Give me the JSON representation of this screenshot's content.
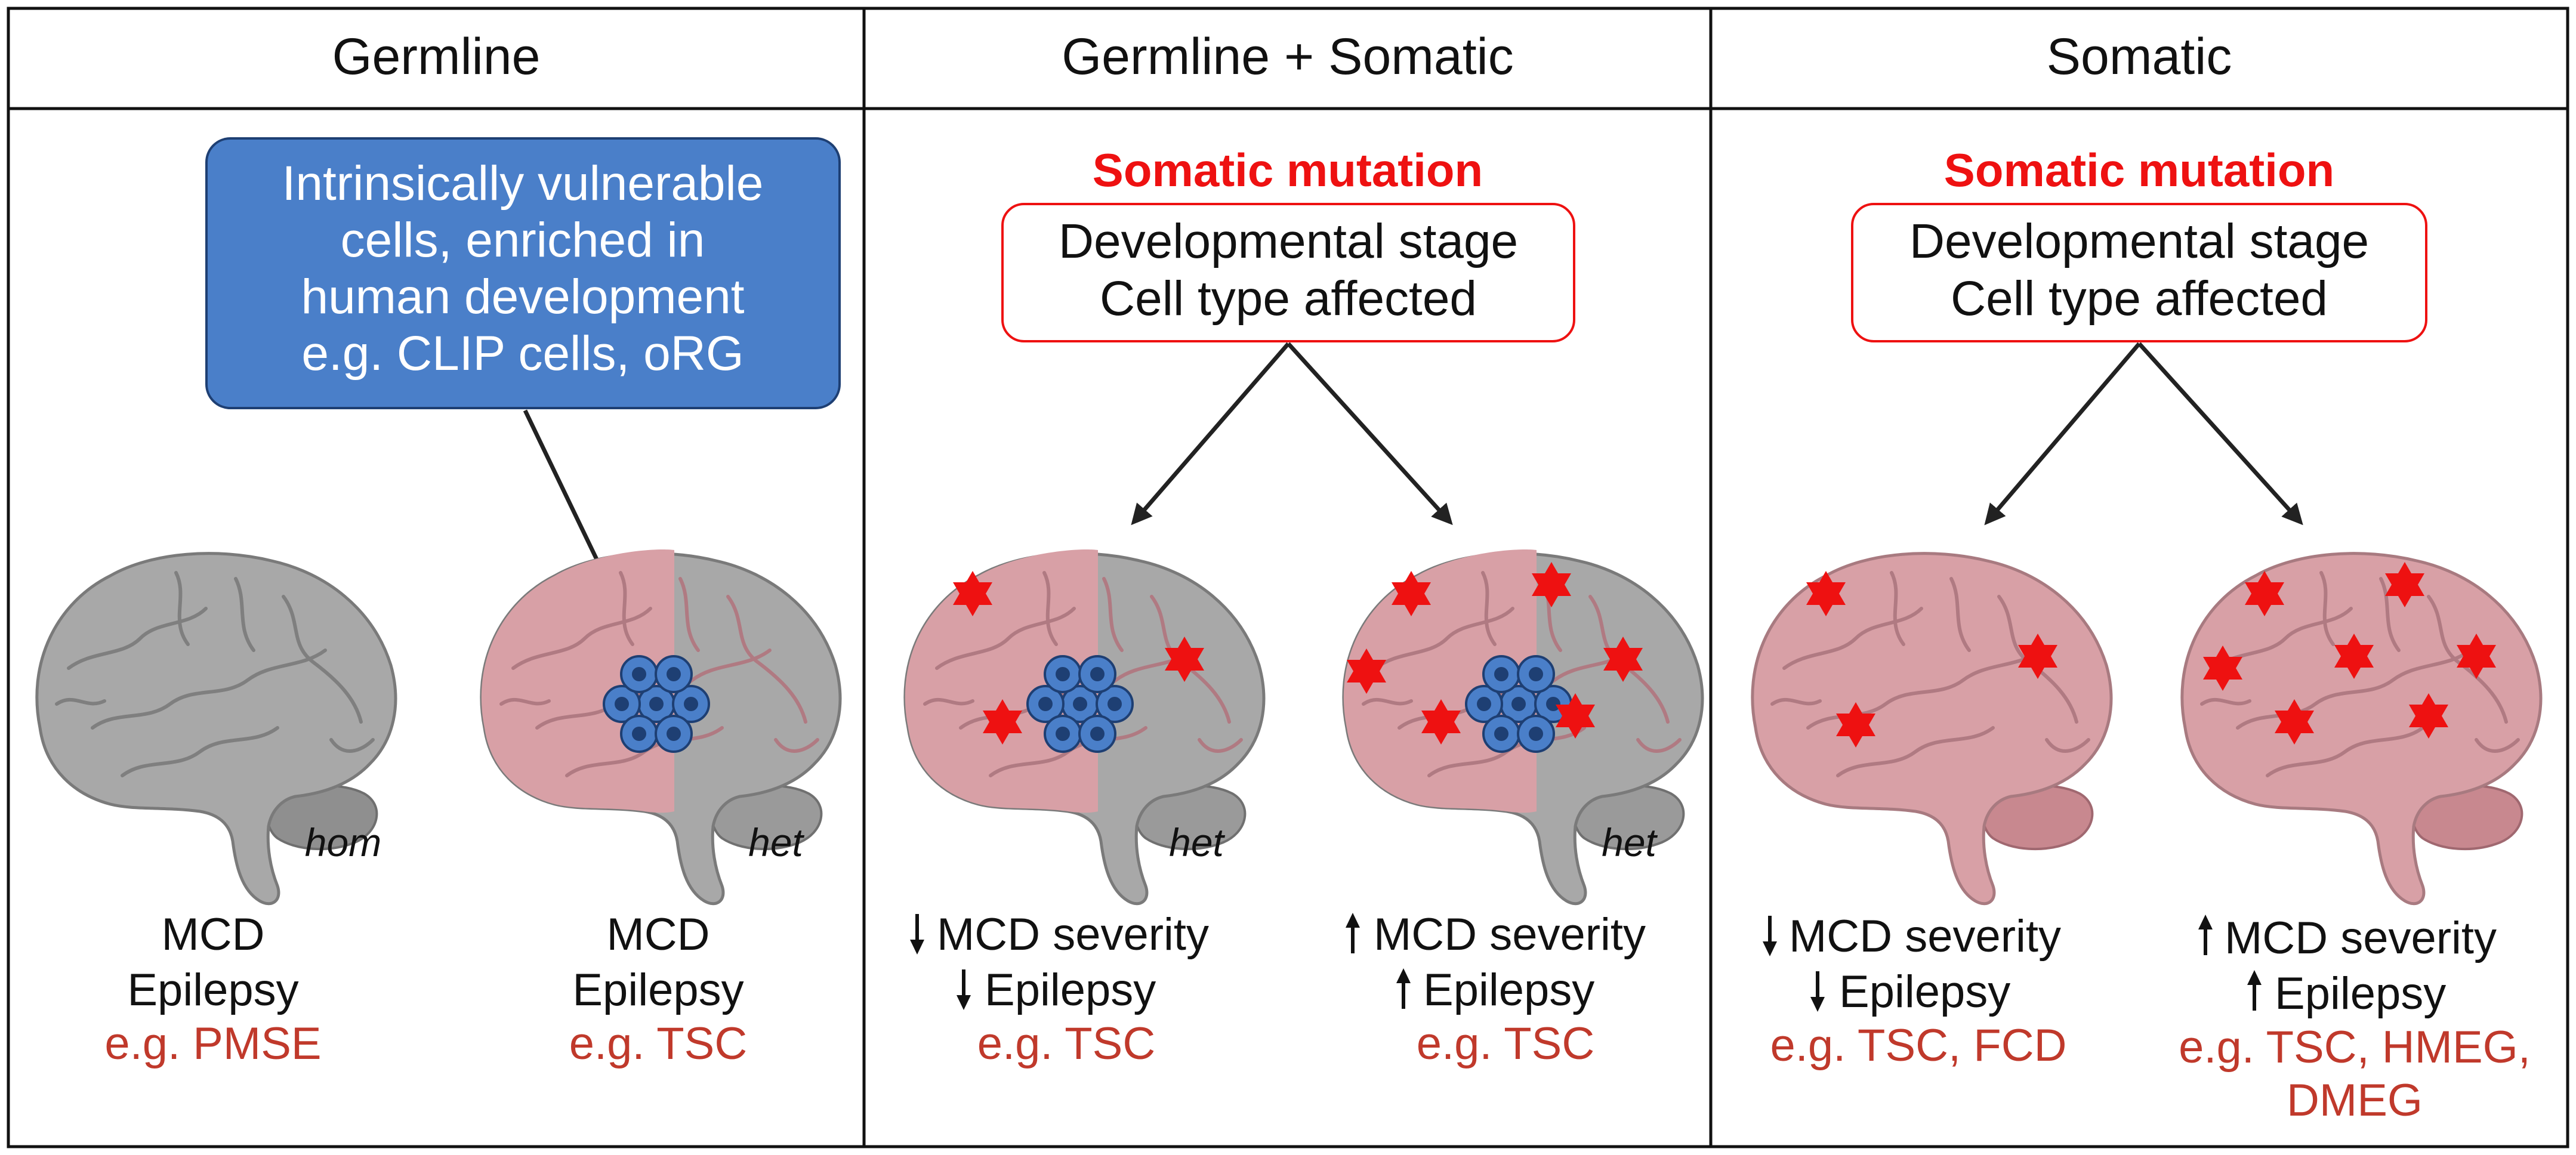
{
  "columns": [
    {
      "title": "Germline"
    },
    {
      "title": "Germline + Somatic"
    },
    {
      "title": "Somatic"
    }
  ],
  "callout": {
    "lines": [
      "Intrinsically vulnerable",
      "cells, enriched in",
      "human development",
      "e.g. CLIP cells, oRG"
    ]
  },
  "somatic_box": {
    "title": "Somatic mutation",
    "lines": [
      "Developmental stage",
      "Cell type affected"
    ]
  },
  "brains": [
    {
      "genotype": "hom",
      "outcome": [
        "MCD",
        "Epilepsy"
      ],
      "trend": "none",
      "example": [
        "e.g. PMSE"
      ]
    },
    {
      "genotype": "het",
      "outcome": [
        "MCD",
        "Epilepsy"
      ],
      "trend": "none",
      "example": [
        "e.g. TSC"
      ]
    },
    {
      "genotype": "het",
      "outcome": [
        "MCD severity",
        "Epilepsy"
      ],
      "trend": "down",
      "example": [
        "e.g. TSC"
      ]
    },
    {
      "genotype": "het",
      "outcome": [
        "MCD severity",
        "Epilepsy"
      ],
      "trend": "up",
      "example": [
        "e.g. TSC"
      ]
    },
    {
      "genotype": "",
      "outcome": [
        "MCD severity",
        "Epilepsy"
      ],
      "trend": "down",
      "example": [
        "e.g. TSC, FCD"
      ]
    },
    {
      "genotype": "",
      "outcome": [
        "MCD severity",
        "Epilepsy"
      ],
      "trend": "up",
      "example": [
        "e.g. TSC, HMEG,",
        "DMEG"
      ]
    }
  ],
  "colors": {
    "callout_fill": "#4a7fc9",
    "mutation_red": "#ee1111",
    "example_red": "#c0392b",
    "brain_gray": "#a8a8a8",
    "brain_pink": "#d8a0a6",
    "cell_blue": "#4a7fc9"
  }
}
